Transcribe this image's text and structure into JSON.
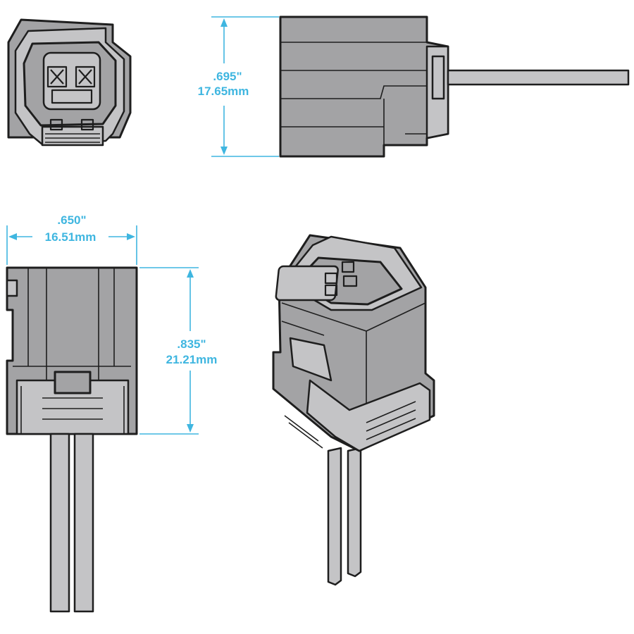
{
  "dimensions": {
    "height_side": {
      "inch": ".695\"",
      "mm": "17.65mm"
    },
    "width_front": {
      "inch": ".650\"",
      "mm": "16.51mm"
    },
    "height_front": {
      "inch": ".835\"",
      "mm": "21.21mm"
    }
  },
  "colors": {
    "dimension": "#3fb6e0",
    "body": "#a3a3a5",
    "body_light": "#c4c4c6",
    "outline": "#1e1e1e"
  }
}
